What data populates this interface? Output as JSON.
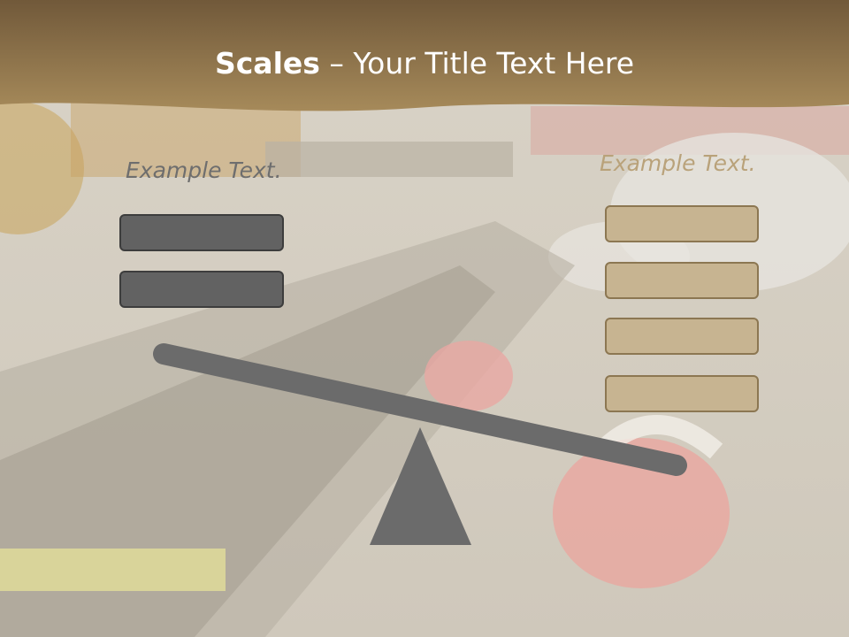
{
  "title": {
    "bold": "Scales",
    "rest": " – Your Title Text Here"
  },
  "left_panel": {
    "example_text": "Example Text."
  },
  "right_panel": {
    "example_text": "Example Text."
  },
  "colors": {
    "title_bar": "#8b6f44",
    "dark_box": "#626262",
    "tan_box": "#c7b491",
    "beam": "#6b6b6b"
  }
}
